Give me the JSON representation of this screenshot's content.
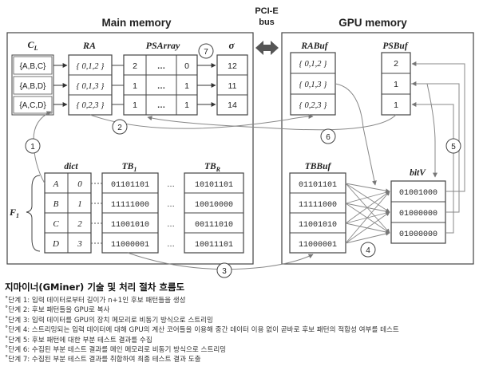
{
  "sections": {
    "main_memory": "Main memory",
    "gpu_memory": "GPU memory",
    "bus_line1": "PCI-E",
    "bus_line2": "bus"
  },
  "headers": {
    "cl": "C",
    "cl_sub": "L",
    "ra": "RA",
    "psarray": "PSArray",
    "sigma": "σ",
    "dict": "dict",
    "tb1": "TB",
    "tb1_sub": "1",
    "tbr": "TB",
    "tbr_sub": "R",
    "f1": "F",
    "f1_sub": "1",
    "rabuf": "RABuf",
    "psbuf": "PSBuf",
    "tbbuf": "TBBuf",
    "bitv": "bitV"
  },
  "main_rows": [
    {
      "cl": "{A,B,C}",
      "ra": "{ 0,1,2 }",
      "ps_first": "2",
      "ps_mid": "…",
      "ps_last": "0",
      "sigma": "12"
    },
    {
      "cl": "{A,B,D}",
      "ra": "{ 0,1,3 }",
      "ps_first": "1",
      "ps_mid": "…",
      "ps_last": "1",
      "sigma": "11"
    },
    {
      "cl": "{A,C,D}",
      "ra": "{ 0,2,3 }",
      "ps_first": "1",
      "ps_mid": "…",
      "ps_last": "1",
      "sigma": "14"
    }
  ],
  "dict_rows": [
    {
      "key": "A",
      "val": "0",
      "tb1": "01101101",
      "mid": "…",
      "tbr": "10101101"
    },
    {
      "key": "B",
      "val": "1",
      "tb1": "11111000",
      "mid": "…",
      "tbr": "10010000"
    },
    {
      "key": "C",
      "val": "2",
      "tb1": "11001010",
      "mid": "…",
      "tbr": "00111010"
    },
    {
      "key": "D",
      "val": "3",
      "tb1": "11000001",
      "mid": "…",
      "tbr": "10011101"
    }
  ],
  "rabuf": [
    "{ 0,1,2 }",
    "{ 0,1,3 }",
    "{ 0,2,3 }"
  ],
  "psbuf": [
    "2",
    "1",
    "1"
  ],
  "tbbuf": [
    "01101101",
    "11111000",
    "11001010",
    "11000001"
  ],
  "bitv": [
    "01001000",
    "01000000",
    "01000000"
  ],
  "step_markers": [
    "1",
    "2",
    "3",
    "4",
    "5",
    "6",
    "7"
  ],
  "caption": {
    "title": "지마이너(GMiner) 기술 및 처리 절차 흐름도",
    "steps": [
      "˚단계 1: 입력 데이터로부터 길이가 n+1인 후보 패턴들을 생성",
      "˚단계 2: 후보 패턴들을 GPU로 복사",
      "˚단계 3: 입력 데이터를 GPU의 장치 메모리로 비동기 방식으로 스트리밍",
      "˚단계 4: 스트리밍되는 입력 데이터에 대해 GPU의 계산 코어들을 이용해 중간 데이터 이용 없이 곧바로 후보 패턴의 적합성 여부를 테스트",
      "˚단계 5: 후보 패턴에 대한 부분 테스트 결과를 수집",
      "˚단계 6: 수집된 부분 테스트 결과를 메인 메모리로 비동기 방식으로 스트리밍",
      "˚단계 7: 수집된 부분 테스트 결과를 취합하여 최종 테스트 결과 도출"
    ]
  }
}
